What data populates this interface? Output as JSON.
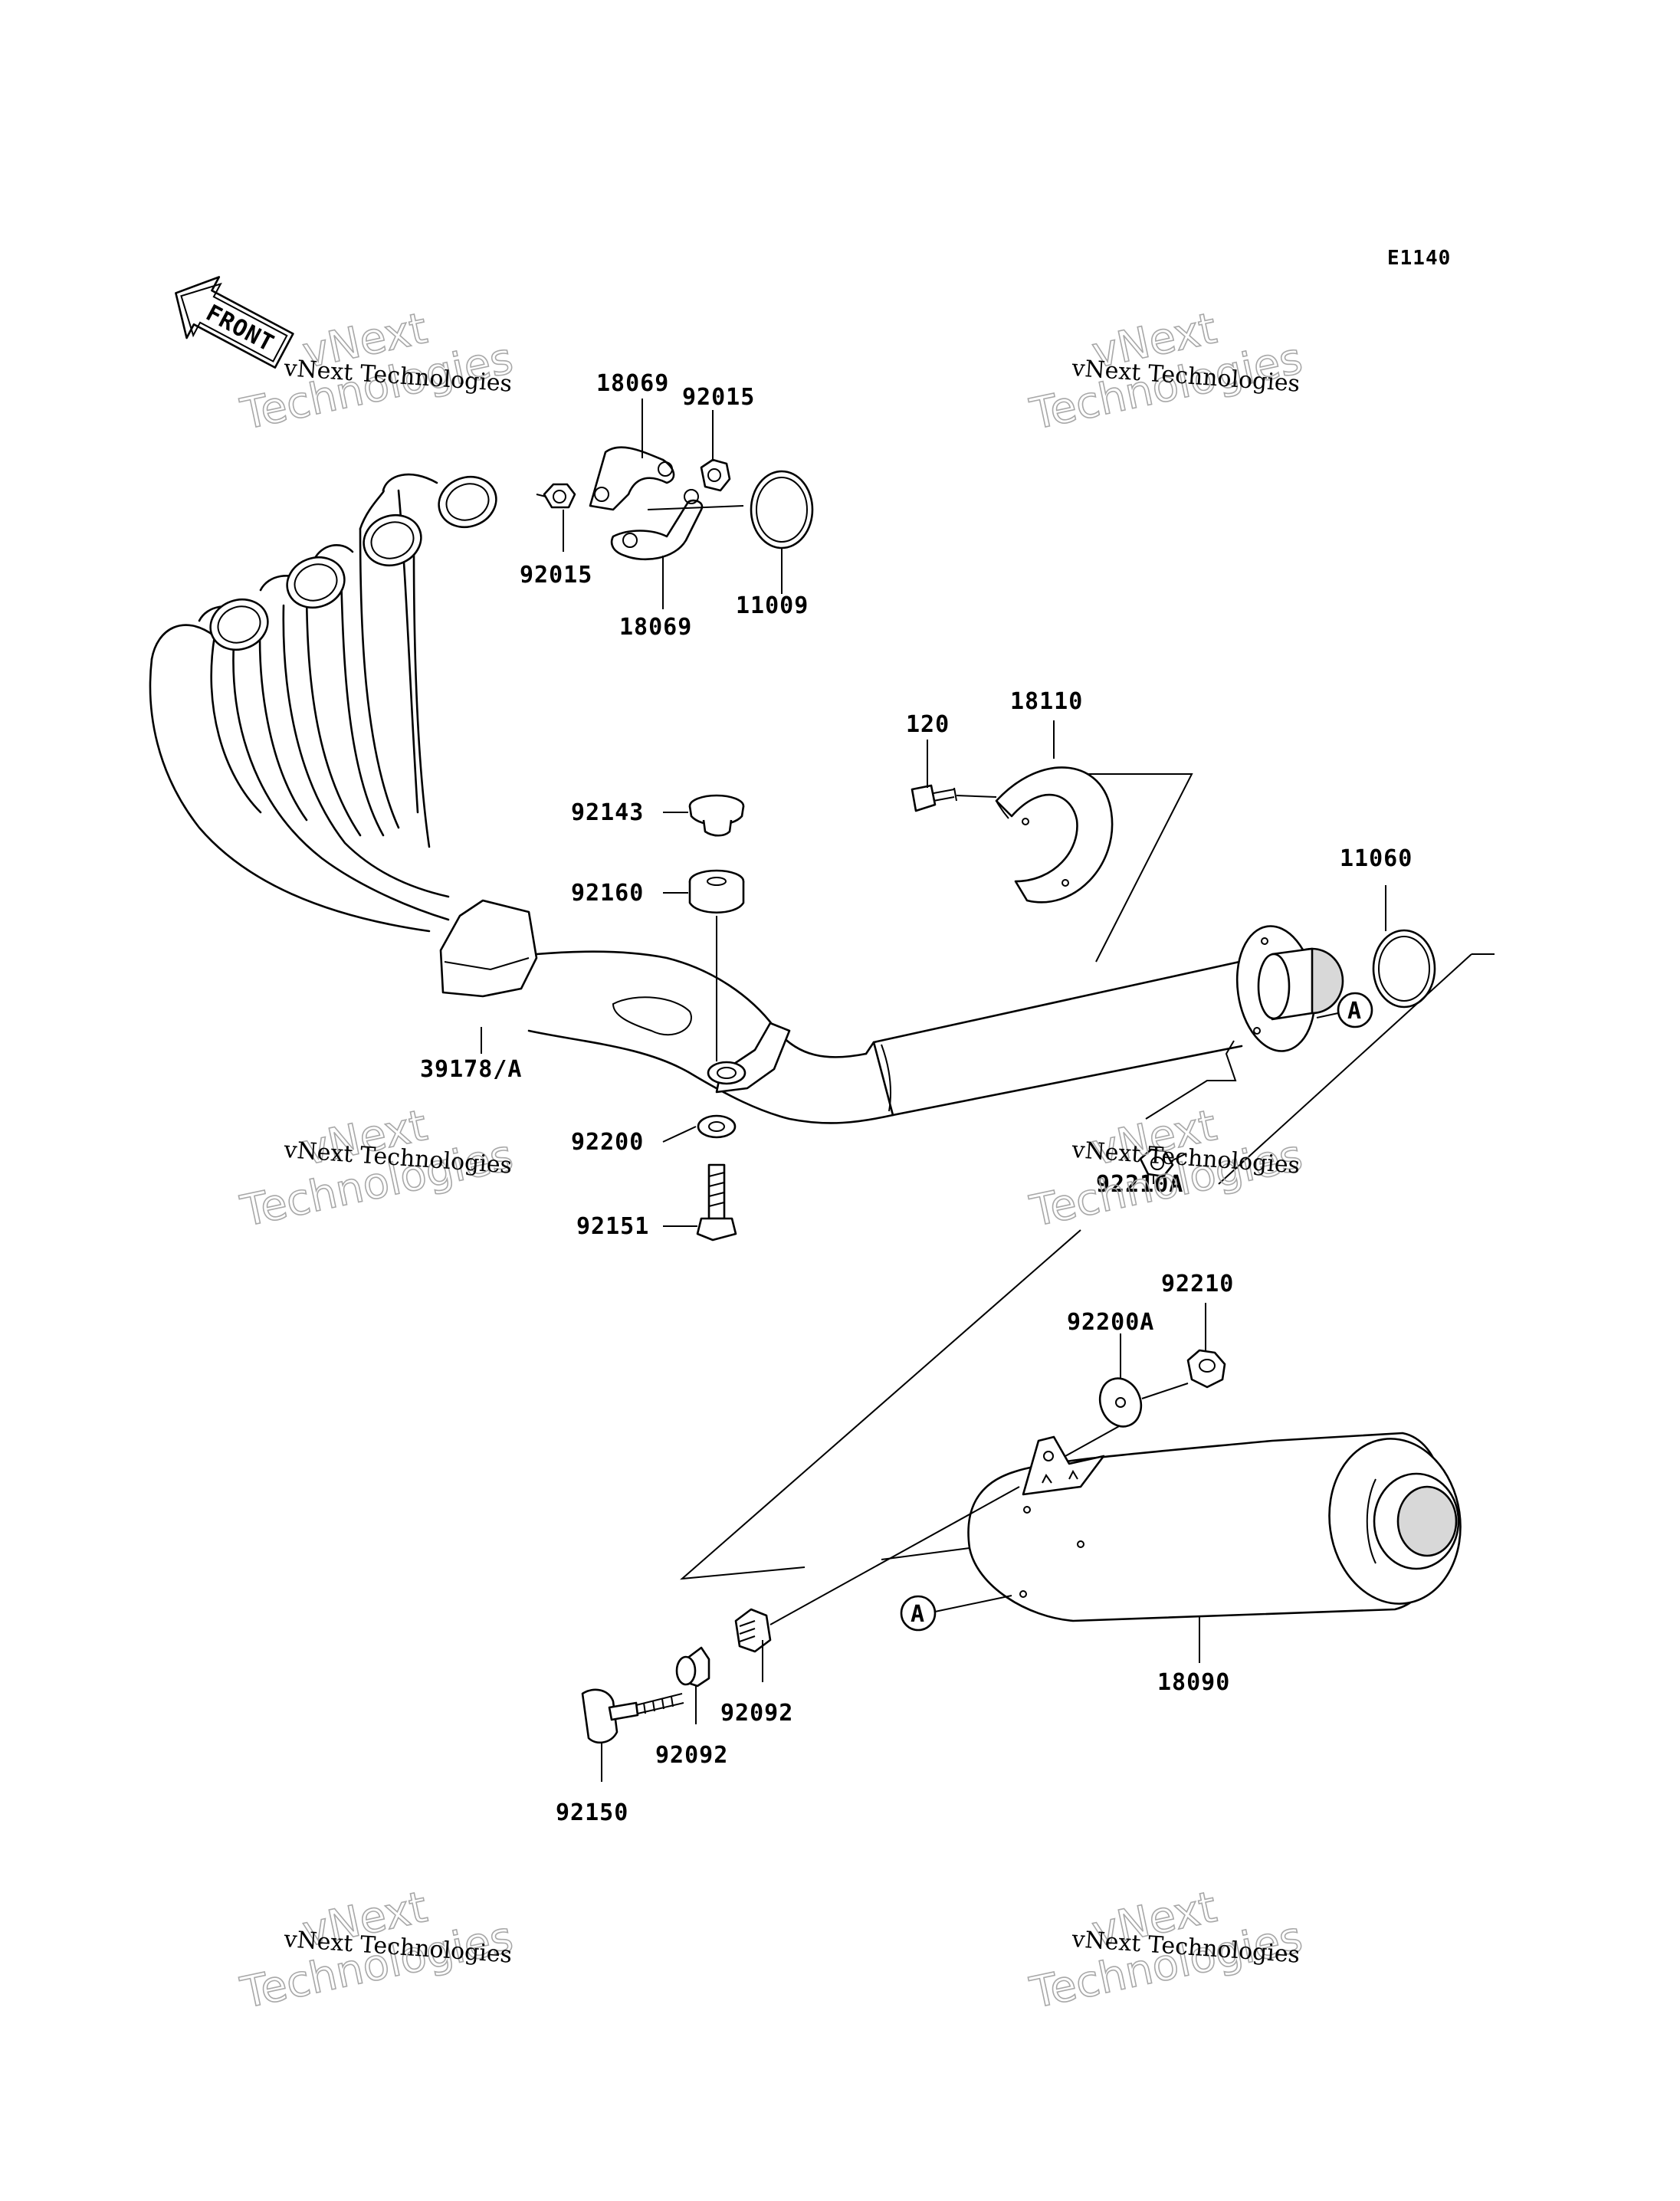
{
  "diagram_code": "E1140",
  "front_arrow_label": "FRONT",
  "watermark": {
    "small_text": "vNext Technologies",
    "big_line1": "vNext",
    "big_line2": "Technologies"
  },
  "callout_ref": "A",
  "parts": [
    {
      "id": "18069_top",
      "number": "18069"
    },
    {
      "id": "92015_top",
      "number": "92015"
    },
    {
      "id": "92015_left",
      "number": "92015"
    },
    {
      "id": "18069_bottom",
      "number": "18069"
    },
    {
      "id": "11009",
      "number": "11009"
    },
    {
      "id": "120",
      "number": "120"
    },
    {
      "id": "18110",
      "number": "18110"
    },
    {
      "id": "11060",
      "number": "11060"
    },
    {
      "id": "92143",
      "number": "92143"
    },
    {
      "id": "92160",
      "number": "92160"
    },
    {
      "id": "39178A",
      "number": "39178/A"
    },
    {
      "id": "92200",
      "number": "92200"
    },
    {
      "id": "92151",
      "number": "92151"
    },
    {
      "id": "92210A",
      "number": "92210A"
    },
    {
      "id": "92210",
      "number": "92210"
    },
    {
      "id": "92200A",
      "number": "92200A"
    },
    {
      "id": "18090",
      "number": "18090"
    },
    {
      "id": "92092_right",
      "number": "92092"
    },
    {
      "id": "92092_left",
      "number": "92092"
    },
    {
      "id": "92150",
      "number": "92150"
    }
  ]
}
